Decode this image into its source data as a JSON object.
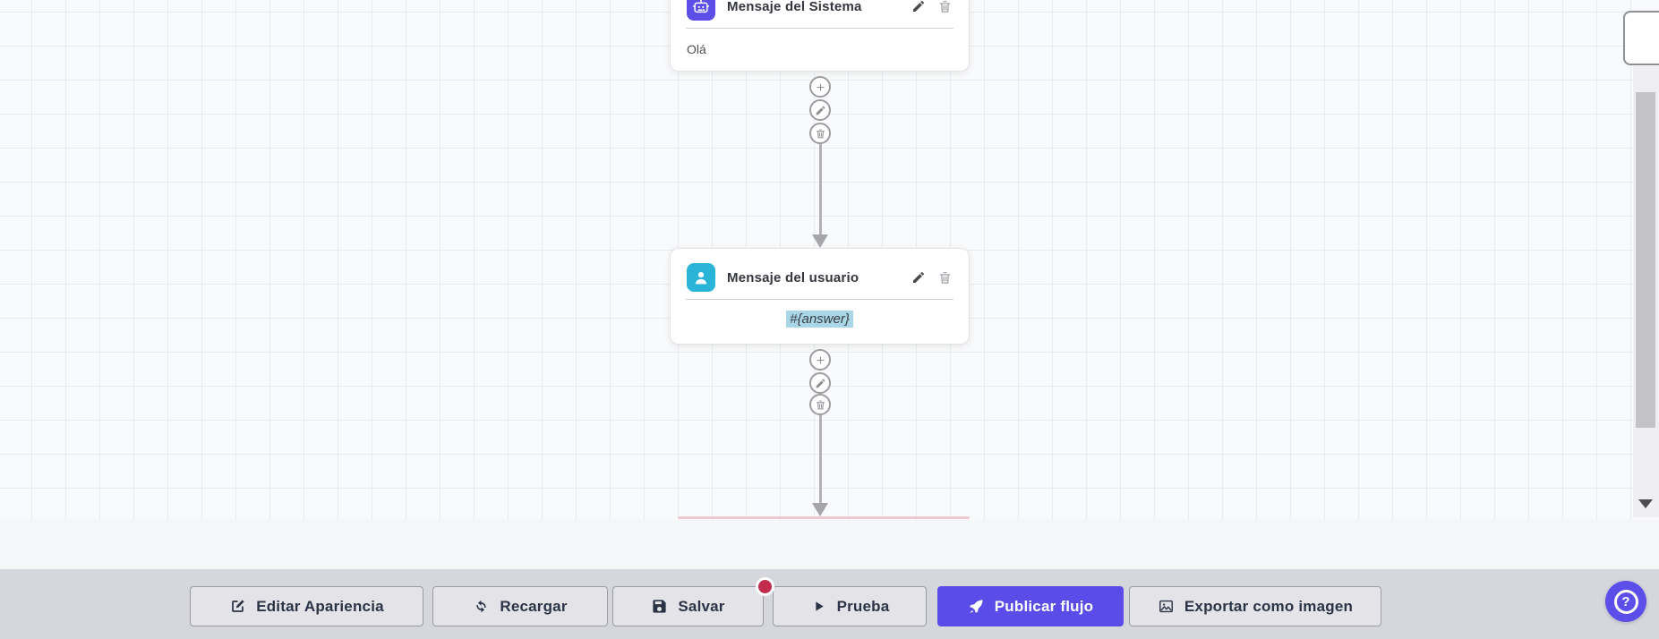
{
  "flow": {
    "nodes": [
      {
        "id": "system-message",
        "icon": "robot-icon",
        "icon_bg": "#5b4ee9",
        "title": "Mensaje del Sistema",
        "content": "Olá"
      },
      {
        "id": "user-message",
        "icon": "user-icon",
        "icon_bg": "#29b4d8",
        "title": "Mensaje del usuario",
        "content": "#{answer}",
        "content_highlight_color": "#a9d7e7",
        "content_style": "italic-highlighted"
      }
    ],
    "connector_buttons": [
      "add",
      "edit",
      "delete"
    ]
  },
  "toolbar": {
    "edit_appearance_label": "Editar Apariencia",
    "reload_label": "Recargar",
    "save_label": "Salvar",
    "save_has_unsaved_badge": true,
    "test_label": "Prueba",
    "publish_label": "Publicar flujo",
    "export_label": "Exportar como imagen"
  },
  "help": {
    "question_mark": "?"
  },
  "colors": {
    "accent_purple": "#5b4ee9",
    "publish_button": "#5a4ce8",
    "user_icon_cyan": "#29b4d8",
    "highlight_blue": "#a9d7e7",
    "unsaved_badge_red": "#c22d4e",
    "toolbar_bg": "#d6d7dd",
    "canvas_bg": "#f9fafb",
    "grid_line": "#e9ebf2"
  }
}
